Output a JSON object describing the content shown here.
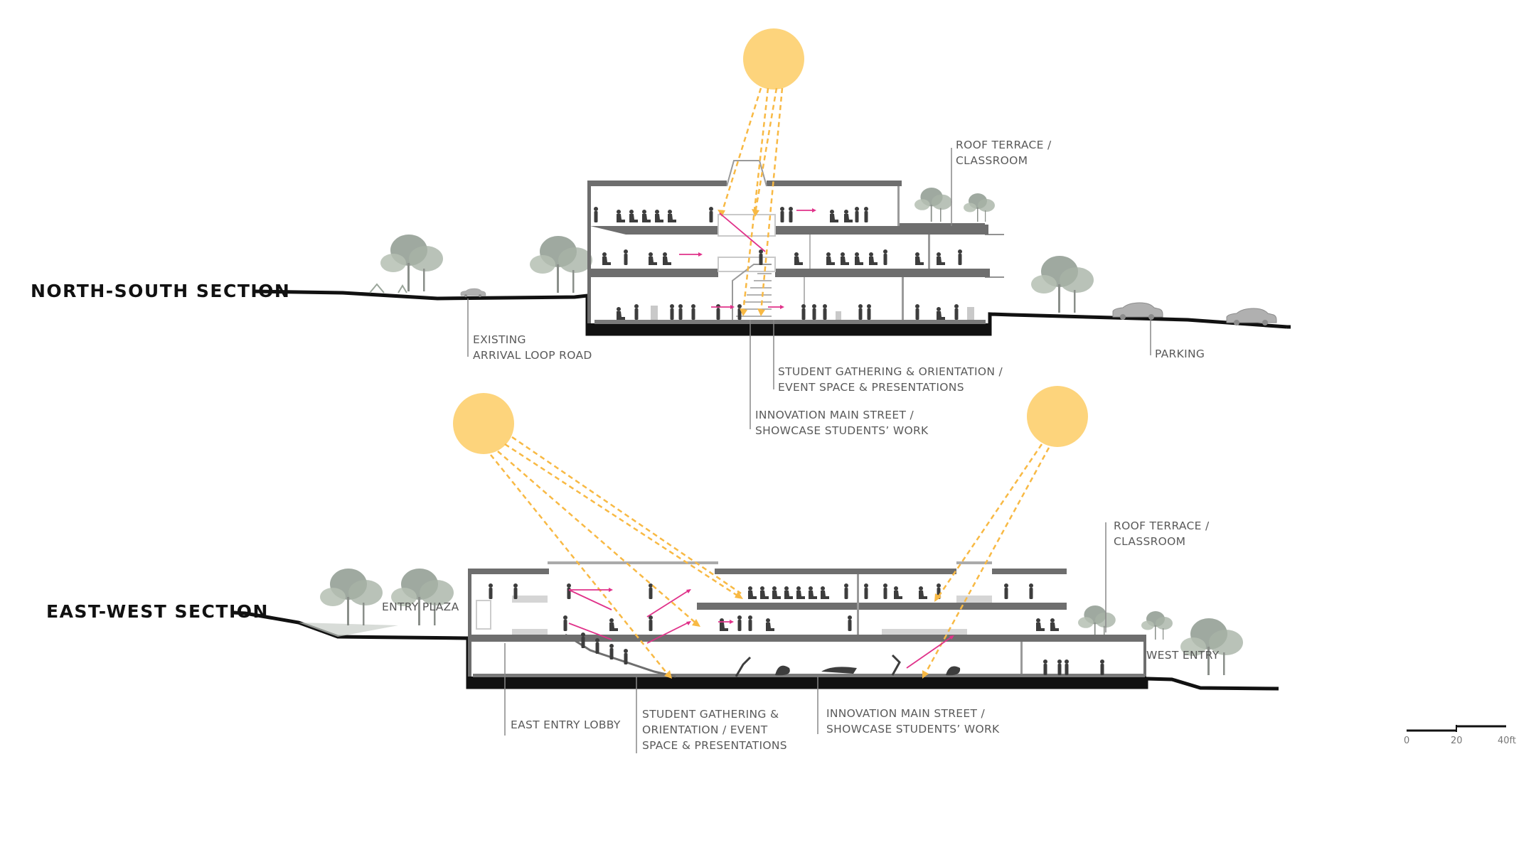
{
  "sections": {
    "north_south": {
      "title": "NORTH-SOUTH SECTION",
      "labels": {
        "roof_terrace_1": "ROOF TERRACE /",
        "roof_terrace_2": "CLASSROOM",
        "existing_1": "EXISTING",
        "existing_2": "ARRIVAL LOOP ROAD",
        "gathering_1": "STUDENT GATHERING & ORIENTATION /",
        "gathering_2": "EVENT SPACE & PRESENTATIONS",
        "innovation_1": "INNOVATION MAIN STREET /",
        "innovation_2": "SHOWCASE STUDENTS’ WORK",
        "parking": "PARKING"
      }
    },
    "east_west": {
      "title": "EAST-WEST SECTION",
      "labels": {
        "entry_plaza": "ENTRY PLAZA",
        "roof_terrace_1": "ROOF TERRACE /",
        "roof_terrace_2": "CLASSROOM",
        "west_entry": "WEST ENTRY",
        "east_lobby": "EAST ENTRY LOBBY",
        "gathering_1": "STUDENT GATHERING &",
        "gathering_2": "ORIENTATION / EVENT",
        "gathering_3": "SPACE & PRESENTATIONS",
        "innovation_1": "INNOVATION MAIN STREET /",
        "innovation_2": "SHOWCASE STUDENTS’ WORK"
      }
    }
  },
  "scale_bar": {
    "t0": "0",
    "t1": "20",
    "t2": "40ft"
  },
  "colors": {
    "sun": "#FDD47C",
    "sunlight": "#F8B944",
    "airflow": "#E0328A",
    "structure": "#6E6E6E",
    "ground": "#111111",
    "tree": "#8E9B8E"
  }
}
